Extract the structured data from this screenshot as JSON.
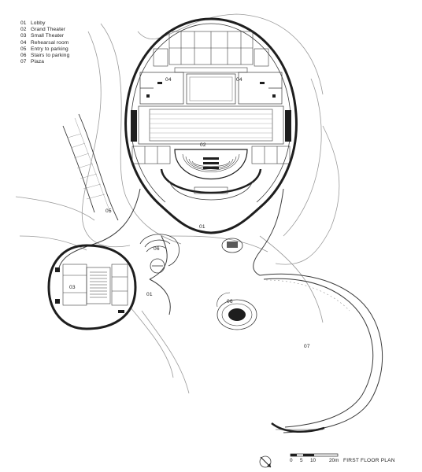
{
  "legend": {
    "items": [
      {
        "num": "01",
        "label": "Lobby"
      },
      {
        "num": "02",
        "label": "Grand Theater"
      },
      {
        "num": "03",
        "label": "Small Theater"
      },
      {
        "num": "04",
        "label": "Rehearsal room"
      },
      {
        "num": "05",
        "label": "Entry to parking"
      },
      {
        "num": "06",
        "label": "Stairs to parking"
      },
      {
        "num": "07",
        "label": "Plaza"
      }
    ]
  },
  "labels": {
    "lobby_main": "01",
    "lobby_small": "01",
    "grand_theater": "02",
    "small_theater": "03",
    "rehearsal_left": "04",
    "rehearsal_right": "04",
    "parking_entry": "05",
    "stairs_left": "06",
    "stairs_right": "06",
    "plaza": "07"
  },
  "scale": {
    "ticks": [
      "0",
      "5",
      "10",
      "20m"
    ]
  },
  "plan_title": "FIRST FLOOR PLAN",
  "colors": {
    "line": "#3a3a3a",
    "light_line": "#9a9a9a",
    "fill_dark": "#1e1e1e"
  }
}
